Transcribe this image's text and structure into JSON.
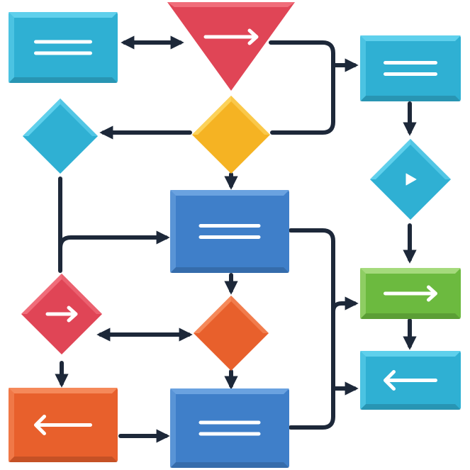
{
  "colors": {
    "connector": "#1d2839",
    "teal": "#2fb0d3",
    "teal_light": "#5fd0ec",
    "blue": "#3f7fc9",
    "blue_light": "#6aa2e0",
    "red": "#e04556",
    "red_light": "#f06d7a",
    "yellow": "#f5b323",
    "yellow_light": "#fcd25a",
    "orange": "#e8602c",
    "orange_light": "#f5895a",
    "green": "#6cba3f",
    "green_light": "#a5da7c",
    "glyph": "#ffffff"
  },
  "nodes": [
    {
      "id": "top-left-box",
      "shape": "rectangle",
      "color": "teal",
      "icon": "menu-lines-icon"
    },
    {
      "id": "top-triangle",
      "shape": "triangle",
      "color": "red",
      "icon": "arrow-right-icon"
    },
    {
      "id": "top-right-box",
      "shape": "rectangle",
      "color": "teal",
      "icon": "menu-lines-icon"
    },
    {
      "id": "left-diamond",
      "shape": "diamond",
      "color": "teal"
    },
    {
      "id": "center-diamond",
      "shape": "diamond",
      "color": "yellow"
    },
    {
      "id": "right-diamond",
      "shape": "diamond",
      "color": "teal",
      "icon": "play-icon"
    },
    {
      "id": "center-box",
      "shape": "rectangle",
      "color": "blue",
      "icon": "menu-lines-icon"
    },
    {
      "id": "red-diamond",
      "shape": "diamond",
      "color": "red",
      "icon": "arrow-right-icon"
    },
    {
      "id": "orange-diamond",
      "shape": "diamond",
      "color": "orange"
    },
    {
      "id": "green-box",
      "shape": "rectangle",
      "color": "green",
      "icon": "arrow-right-icon"
    },
    {
      "id": "bottom-right-box",
      "shape": "rectangle",
      "color": "teal",
      "icon": "arrow-left-icon"
    },
    {
      "id": "bottom-left-box",
      "shape": "rectangle",
      "color": "orange",
      "icon": "arrow-left-icon"
    },
    {
      "id": "bottom-center-box",
      "shape": "rectangle",
      "color": "blue",
      "icon": "menu-lines-icon"
    }
  ]
}
